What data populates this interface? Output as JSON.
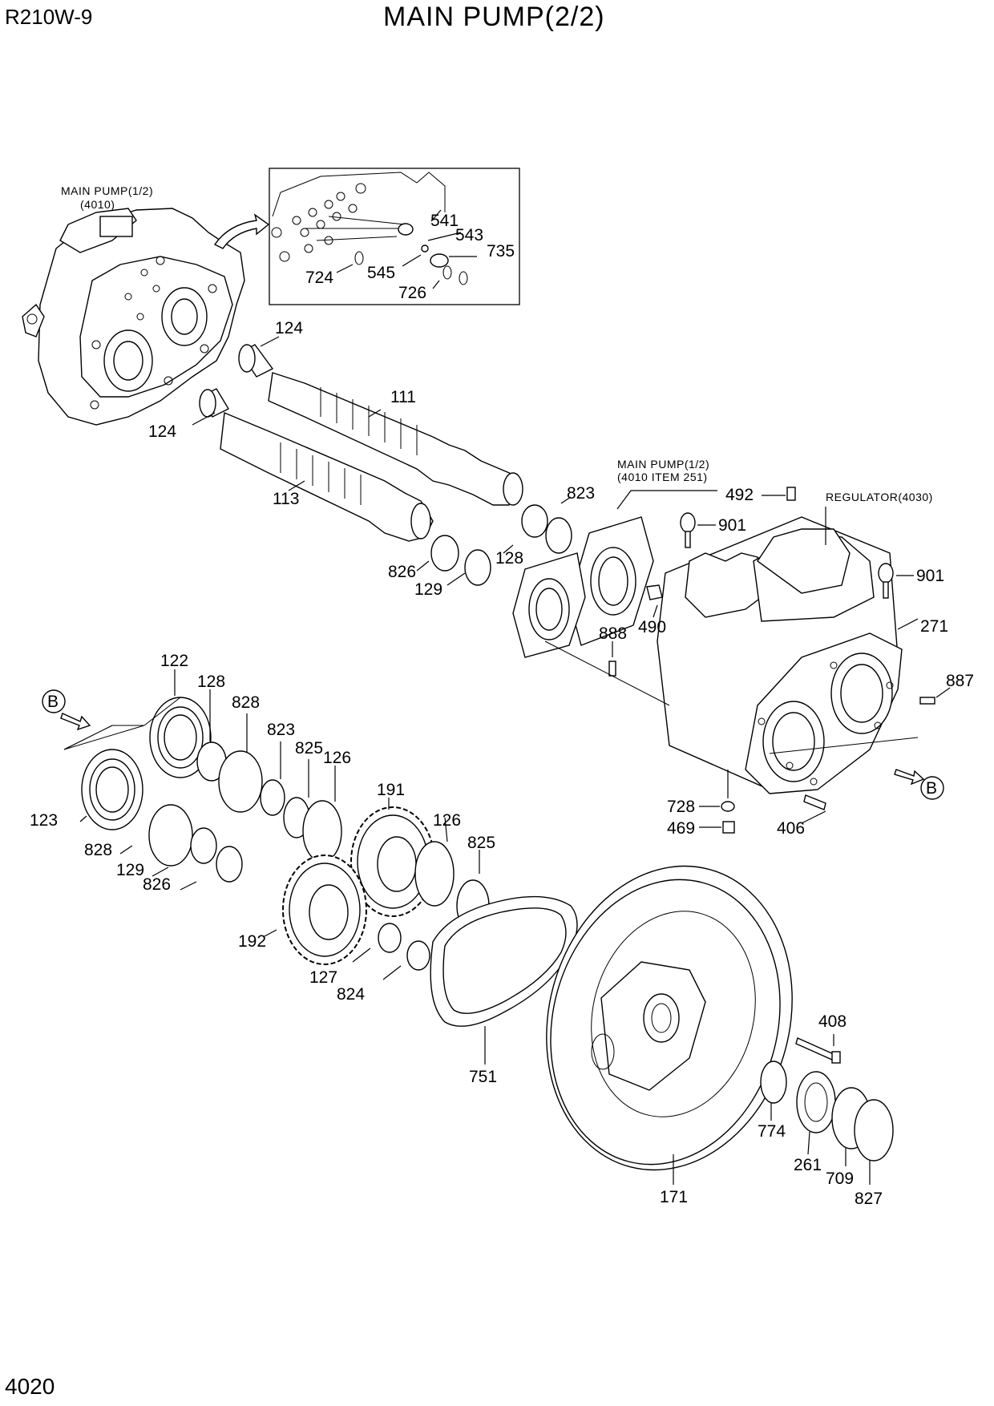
{
  "header": {
    "model": "R210W-9",
    "title": "MAIN PUMP(2/2)"
  },
  "footer": {
    "page": "4020"
  },
  "references": {
    "main_pump_top": "MAIN PUMP(1/2)",
    "main_pump_top_code": "(4010)",
    "main_pump_mid": "MAIN PUMP(1/2)",
    "main_pump_mid_code": "(4010 ITEM 251)",
    "regulator": "REGULATOR(4030)",
    "view_b_left": "B",
    "view_b_right": "B"
  },
  "parts": {
    "p541": "541",
    "p543": "543",
    "p735": "735",
    "p724": "724",
    "p545": "545",
    "p726": "726",
    "p124a": "124",
    "p124b": "124",
    "p111": "111",
    "p113": "113",
    "p823a": "823",
    "p128a": "128",
    "p826a": "826",
    "p129a": "129",
    "p492": "492",
    "p901a": "901",
    "p901b": "901",
    "p490": "490",
    "p888": "888",
    "p271": "271",
    "p887": "887",
    "p728": "728",
    "p469": "469",
    "p406": "406",
    "p122": "122",
    "p128b": "128",
    "p828a": "828",
    "p823b": "823",
    "p825a": "825",
    "p126a": "126",
    "p123": "123",
    "p828b": "828",
    "p129b": "129",
    "p826b": "826",
    "p191": "191",
    "p126b": "126",
    "p825b": "825",
    "p192": "192",
    "p127": "127",
    "p824": "824",
    "p751": "751",
    "p408": "408",
    "p774": "774",
    "p261": "261",
    "p171": "171",
    "p709": "709",
    "p827": "827"
  }
}
